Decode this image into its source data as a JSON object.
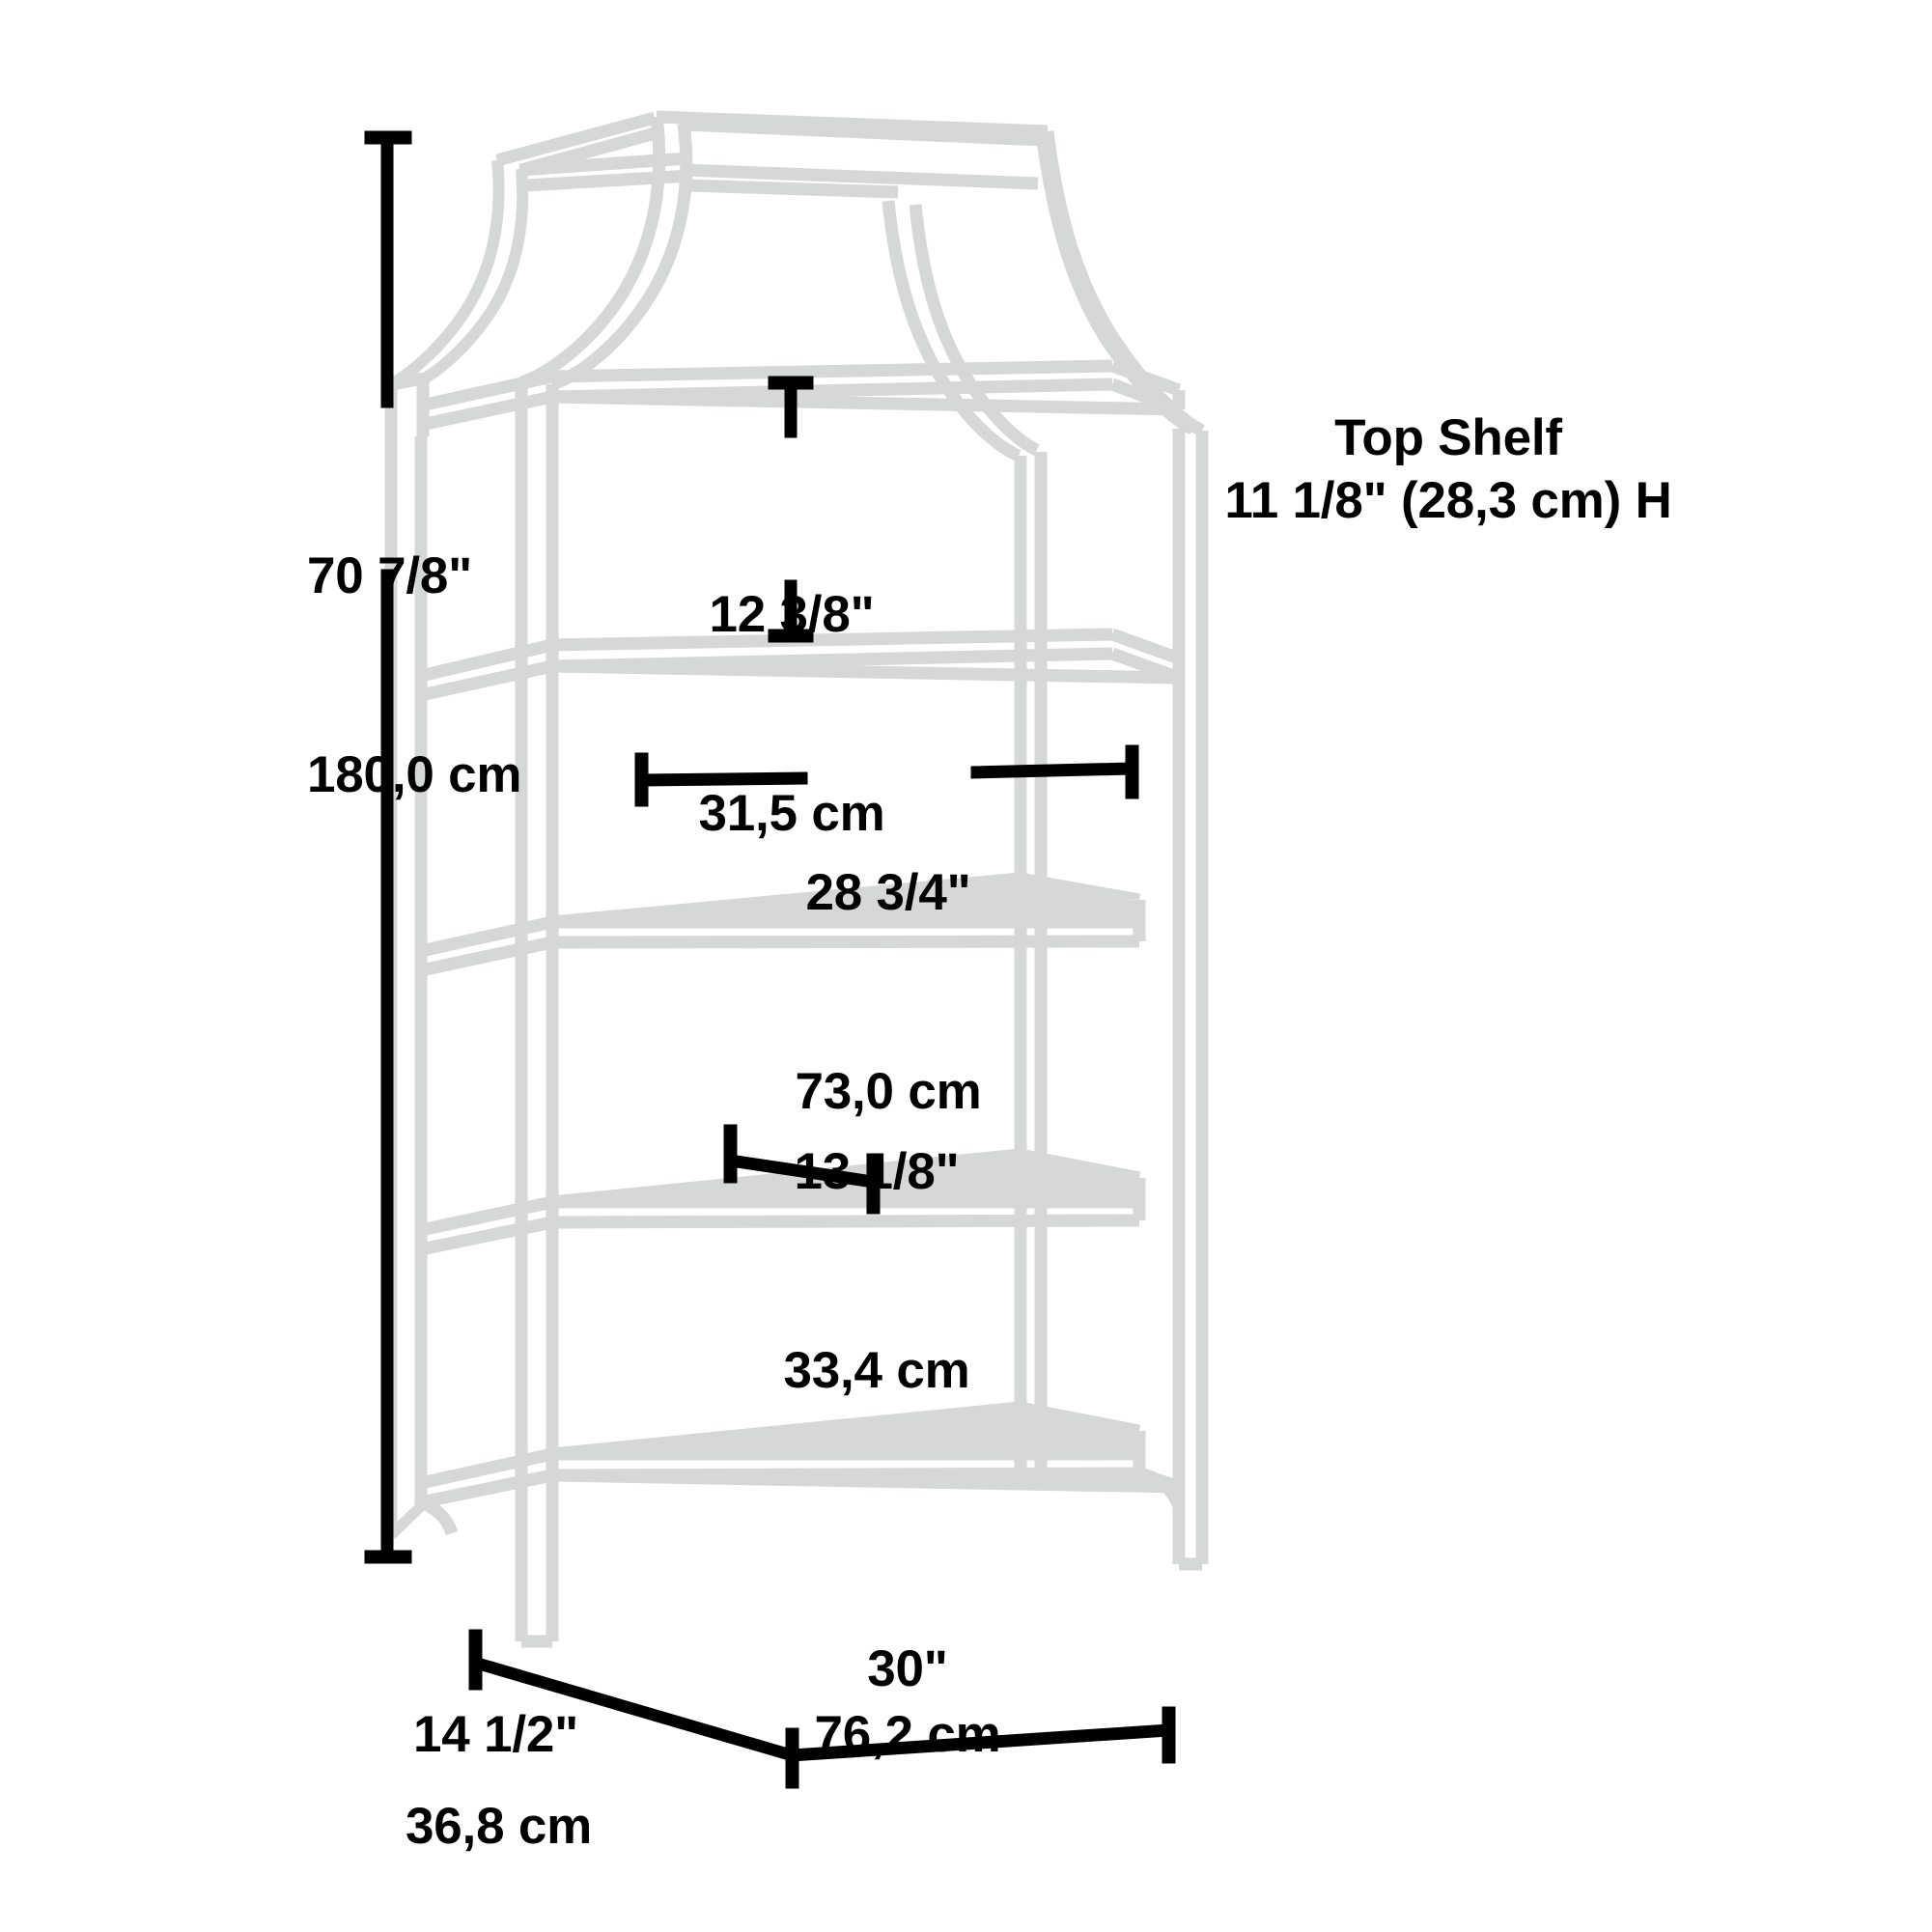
{
  "diagram": {
    "type": "furniture-dimension-drawing",
    "subject": "5-shelf bookcase / etagere with pagoda arched top",
    "line_color": "#d6d7d7",
    "dimension_color": "#000000",
    "background": "#ffffff"
  },
  "dimensions": {
    "overall_height": {
      "name": "overall-height",
      "imperial": "70 7/8\"",
      "metric": "180,0 cm",
      "orientation": "vertical",
      "position": "left"
    },
    "shelf_opening_height": {
      "name": "shelf-opening-height",
      "imperial": "12 3/8\"",
      "metric": "31,5 cm",
      "orientation": "vertical",
      "position": "interior-upper"
    },
    "shelf_width": {
      "name": "shelf-interior-width",
      "imperial": "28 3/4\"",
      "metric": "73,0 cm",
      "orientation": "horizontal",
      "position": "interior-middle"
    },
    "shelf_depth": {
      "name": "shelf-interior-depth",
      "imperial": "13 1/8\"",
      "metric": "33,4 cm",
      "orientation": "diagonal-depth",
      "position": "interior-lower"
    },
    "overall_width": {
      "name": "overall-width",
      "imperial": "30\"",
      "metric": "76,2 cm",
      "orientation": "horizontal",
      "position": "bottom-right"
    },
    "overall_depth": {
      "name": "overall-depth",
      "imperial": "14 1/2\"",
      "metric": "36,8 cm",
      "orientation": "diagonal-depth",
      "position": "bottom-left"
    }
  },
  "notes": {
    "top_shelf": {
      "title": "Top Shelf",
      "detail": "11 1/8\" (28,3 cm) H"
    }
  }
}
